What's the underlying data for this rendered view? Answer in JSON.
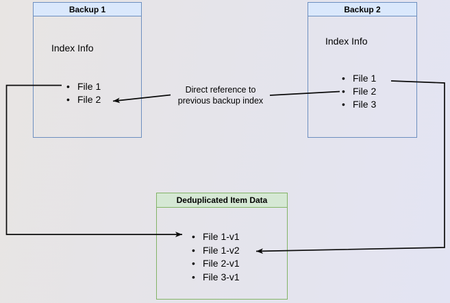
{
  "diagram": {
    "backup1": {
      "title": "Backup 1",
      "subtitle": "Index Info",
      "items": [
        "File 1",
        "File 2"
      ]
    },
    "backup2": {
      "title": "Backup 2",
      "subtitle": "Index Info",
      "items": [
        "File 1",
        "File 2",
        "File 3"
      ]
    },
    "dedup": {
      "title": "Deduplicated Item Data",
      "items": [
        "File 1-v1",
        "File 1-v2",
        "File 2-v1",
        "File 3-v1"
      ]
    },
    "annotation": {
      "line1": "Direct reference to",
      "line2": "previous backup index"
    },
    "colors": {
      "backup_header_fill": "#dae8fc",
      "backup_border": "#6c8ebf",
      "dedup_header_fill": "#d5e8d4",
      "dedup_border": "#82b366",
      "connector": "#0a0a0a",
      "background_left": "#e8e5e3",
      "background_right": "#e3e4f3"
    }
  }
}
